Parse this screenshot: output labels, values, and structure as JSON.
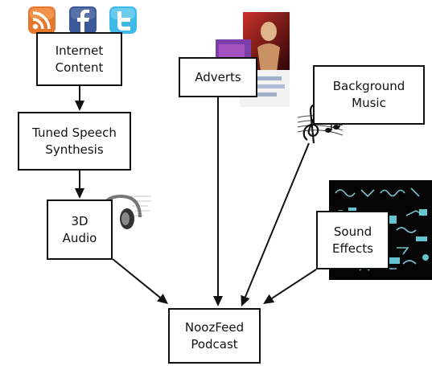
{
  "nodes": {
    "internet_content": {
      "label": "Internet\nContent"
    },
    "tuned_speech": {
      "label": "Tuned Speech\nSynthesis"
    },
    "audio_3d": {
      "label": "3D\nAudio"
    },
    "adverts": {
      "label": "Adverts"
    },
    "background_music": {
      "label": "Background\nMusic"
    },
    "sound_effects": {
      "label": "Sound\nEffects"
    },
    "noozfeed": {
      "label": "NoozFeed\nPodcast"
    }
  },
  "edges": [
    {
      "from": "internet_content",
      "to": "tuned_speech"
    },
    {
      "from": "tuned_speech",
      "to": "audio_3d"
    },
    {
      "from": "audio_3d",
      "to": "noozfeed"
    },
    {
      "from": "adverts",
      "to": "noozfeed"
    },
    {
      "from": "background_music",
      "to": "noozfeed"
    },
    {
      "from": "sound_effects",
      "to": "noozfeed"
    }
  ],
  "icons": {
    "rss": {
      "name": "rss-icon",
      "color": "#e8772e"
    },
    "facebook": {
      "name": "facebook-icon",
      "color": "#3b5998"
    },
    "twitter": {
      "name": "twitter-icon",
      "color": "#3fb9e8"
    },
    "headphones": {
      "name": "headphones-icon"
    },
    "music_note": {
      "name": "treble-clef-icon"
    },
    "adverts_image": {
      "name": "adverts-collage-image"
    },
    "sound_effects_image": {
      "name": "sound-effects-logos-image"
    }
  }
}
